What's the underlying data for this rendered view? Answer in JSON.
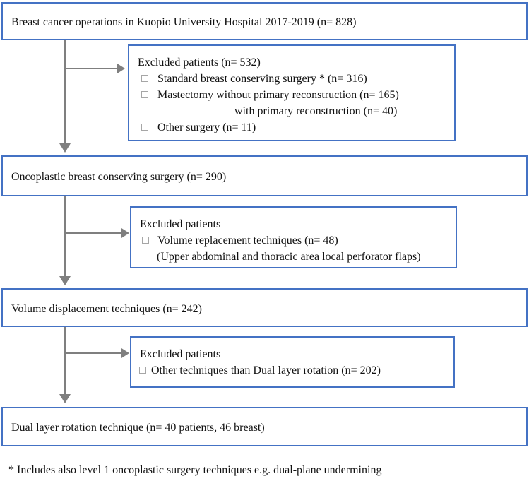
{
  "palette": {
    "box_border": "#4472C4",
    "arrow": "#7f7f7f",
    "bullet_border": "#a6a6a6",
    "text": "#111111"
  },
  "flow": {
    "box_total": "Breast cancer operations in Kuopio University Hospital 2017-2019 (n= 828)",
    "excl1": {
      "title": "Excluded patients (n= 532)",
      "item1": "Standard breast conserving surgery * (n= 316)",
      "item2": "Mastectomy without primary reconstruction (n= 165)",
      "item2b": "with primary reconstruction (n= 40)",
      "item3": "Other surgery (n= 11)"
    },
    "box_oncoplastic": "Oncoplastic breast conserving surgery (n= 290)",
    "excl2": {
      "title": "Excluded patients",
      "item1": "Volume replacement techniques (n= 48)",
      "item1b": "(Upper abdominal and thoracic area local perforator flaps)"
    },
    "box_displacement": "Volume displacement techniques (n= 242)",
    "excl3": {
      "title": "Excluded patients",
      "item1": "Other techniques than Dual layer rotation (n= 202)"
    },
    "box_dual_layer": "Dual layer rotation technique (n= 40 patients, 46 breast)",
    "footnote": "* Includes also level 1 oncoplastic surgery techniques e.g. dual-plane undermining"
  }
}
